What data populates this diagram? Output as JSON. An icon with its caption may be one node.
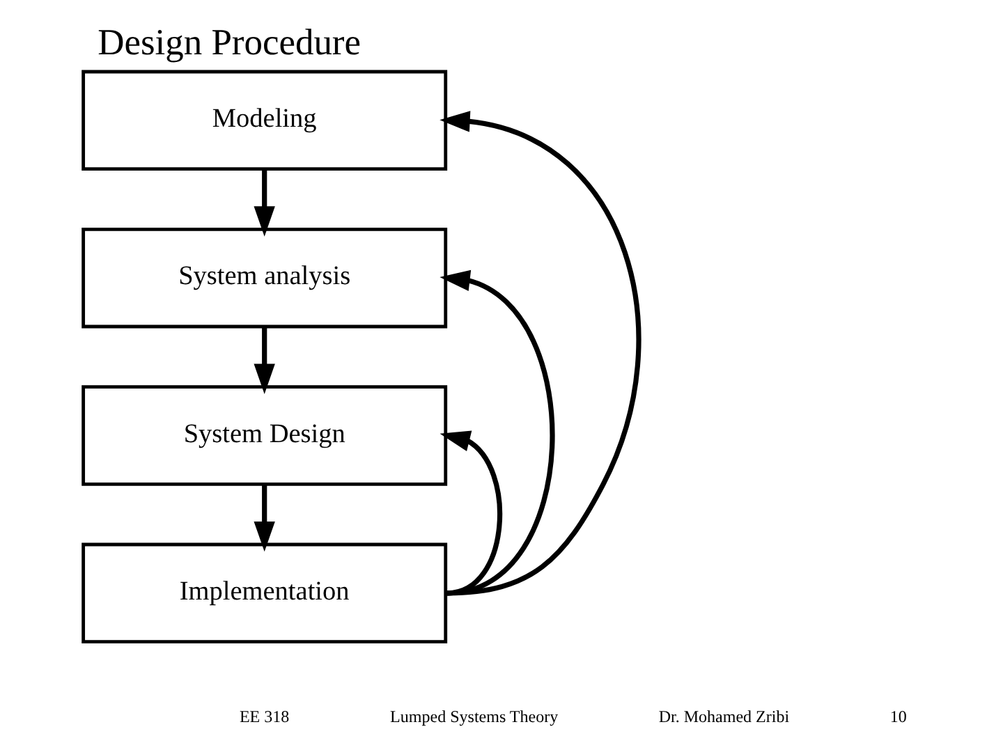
{
  "diagram": {
    "title": "Design Procedure",
    "nodes": [
      {
        "text": [
          "Modeling"
        ]
      },
      {
        "text": [
          "System analysis"
        ]
      },
      {
        "text": [
          "System Design"
        ]
      },
      {
        "text": [
          "Implementation"
        ]
      }
    ],
    "edges": [
      {
        "from": 0,
        "to": 1,
        "arrow": "to"
      },
      {
        "from": 1,
        "to": 2,
        "arrow": "to"
      },
      {
        "from": 2,
        "to": 3,
        "arrow": "to"
      },
      {
        "from": 3,
        "to": 2,
        "arrow": "to"
      },
      {
        "from": 3,
        "to": 1,
        "arrow": "to"
      },
      {
        "from": 3,
        "to": 0,
        "arrow": "to"
      }
    ],
    "labels": [
      "EE 318",
      "Lumped Systems Theory",
      "Dr. Mohamed Zribi",
      "10"
    ]
  }
}
